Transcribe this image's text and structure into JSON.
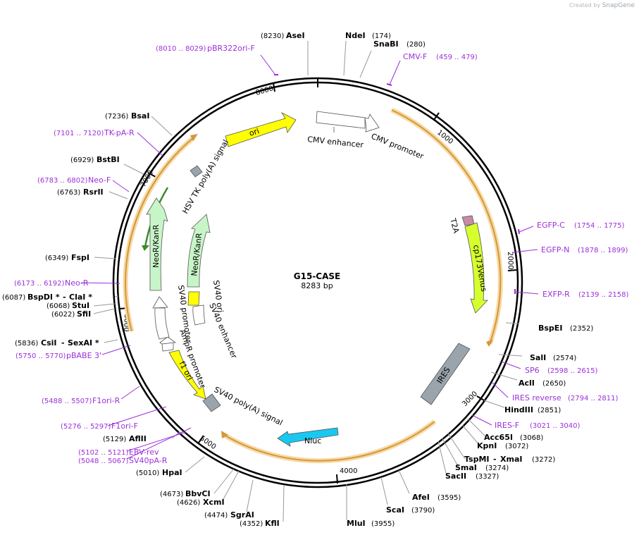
{
  "credit": {
    "prefix": "Created by",
    "brand": "SnapGene"
  },
  "plasmid": {
    "name": "G15-CASE",
    "length_label": "8283 bp",
    "length": 8283
  },
  "ticks": [
    {
      "label": "1000",
      "pos": 1000
    },
    {
      "label": "2000",
      "pos": 2000
    },
    {
      "label": "3000",
      "pos": 3000
    },
    {
      "label": "4000",
      "pos": 4000
    },
    {
      "label": "5000",
      "pos": 5000
    },
    {
      "label": "6000",
      "pos": 6000
    },
    {
      "label": "7000",
      "pos": 7000
    },
    {
      "label": "8000",
      "pos": 8000
    }
  ],
  "restriction_sites": [
    {
      "name": "AseI",
      "pos_label": "(8230)",
      "pos": 8230
    },
    {
      "name": "NdeI",
      "pos_label": "(174)",
      "pos": 174
    },
    {
      "name": "SnaBI",
      "pos_label": "(280)",
      "pos": 280
    },
    {
      "name": "BspEI",
      "pos_label": "(2352)",
      "pos": 2352
    },
    {
      "name": "SalI",
      "pos_label": "(2574)",
      "pos": 2574
    },
    {
      "name": "AclI",
      "pos_label": "(2650)",
      "pos": 2650
    },
    {
      "name": "HindIII",
      "pos_label": "(2851)",
      "pos": 2851
    },
    {
      "name": "Acc65I",
      "pos_label": "(3068)",
      "pos": 3068
    },
    {
      "name": "KpnI",
      "pos_label": "(3072)",
      "pos": 3072
    },
    {
      "name": "TspMI",
      "pos_label": "(3272)",
      "pos": 3272
    },
    {
      "name": "XmaI",
      "pos_label": "",
      "pos": 3272
    },
    {
      "name": "SmaI",
      "pos_label": "(3274)",
      "pos": 3274
    },
    {
      "name": "SacII",
      "pos_label": "(3327)",
      "pos": 3327
    },
    {
      "name": "AfeI",
      "pos_label": "(3595)",
      "pos": 3595
    },
    {
      "name": "ScaI",
      "pos_label": "(3790)",
      "pos": 3790
    },
    {
      "name": "MluI",
      "pos_label": "(3955)",
      "pos": 3955
    },
    {
      "name": "KflI",
      "pos_label": "(4352)",
      "pos": 4352
    },
    {
      "name": "SgrAI",
      "pos_label": "(4474)",
      "pos": 4474
    },
    {
      "name": "XcmI",
      "pos_label": "(4626)",
      "pos": 4626
    },
    {
      "name": "BbvCI",
      "pos_label": "(4673)",
      "pos": 4673
    },
    {
      "name": "HpaI",
      "pos_label": "(5010)",
      "pos": 5010
    },
    {
      "name": "AflII",
      "pos_label": "(5129)",
      "pos": 5129
    },
    {
      "name": "CsiI",
      "pos_label": "(5836)",
      "pos": 5836
    },
    {
      "name": "SexAI *",
      "pos_label": "",
      "pos": 5836
    },
    {
      "name": "SfiI",
      "pos_label": "(6022)",
      "pos": 6022
    },
    {
      "name": "StuI",
      "pos_label": "(6068)",
      "pos": 6068
    },
    {
      "name": "BspDI *",
      "pos_label": "(6087)",
      "pos": 6087
    },
    {
      "name": "ClaI *",
      "pos_label": "",
      "pos": 6087
    },
    {
      "name": "FspI",
      "pos_label": "(6349)",
      "pos": 6349
    },
    {
      "name": "RsrII",
      "pos_label": "(6763)",
      "pos": 6763
    },
    {
      "name": "BstBI",
      "pos_label": "(6929)",
      "pos": 6929
    },
    {
      "name": "BsaI",
      "pos_label": "(7236)",
      "pos": 7236
    }
  ],
  "primers": [
    {
      "name": "pBR322ori-F",
      "range_label": "(8010 .. 8029)"
    },
    {
      "name": "CMV-F",
      "range_label": "(459 .. 479)"
    },
    {
      "name": "EGFP-C",
      "range_label": "(1754 .. 1775)"
    },
    {
      "name": "EGFP-N",
      "range_label": "(1878 .. 1899)"
    },
    {
      "name": "EXFP-R",
      "range_label": "(2139 .. 2158)"
    },
    {
      "name": "SP6",
      "range_label": "(2598 .. 2615)"
    },
    {
      "name": "IRES reverse",
      "range_label": "(2794 .. 2811)"
    },
    {
      "name": "IRES-F",
      "range_label": "(3021 .. 3040)"
    },
    {
      "name": "EBV-rev",
      "range_label": "(5102 .. 5121)"
    },
    {
      "name": "SV40pA-R",
      "range_label": "(5048 .. 5067)"
    },
    {
      "name": "F1ori-F",
      "range_label": "(5276 .. 5297)"
    },
    {
      "name": "F1ori-R",
      "range_label": "(5488 .. 5507)"
    },
    {
      "name": "pBABE 3'",
      "range_label": "(5750 .. 5770)"
    },
    {
      "name": "Neo-R",
      "range_label": "(6173 .. 6192)"
    },
    {
      "name": "Neo-F",
      "range_label": "(6783 .. 6802)"
    },
    {
      "name": "TK-pA-R",
      "range_label": "(7101 .. 7120)"
    }
  ],
  "features": [
    {
      "name": "ori",
      "color": "#ffff00"
    },
    {
      "name": "CMV enhancer",
      "color": "#ffffff"
    },
    {
      "name": "CMV promoter",
      "color": "#ffffff"
    },
    {
      "name": "T2A",
      "color": "#c88aa6"
    },
    {
      "name": "cp173Venus",
      "color": "#d6ff2e"
    },
    {
      "name": "IRES",
      "color": "#9aa4ad"
    },
    {
      "name": "Nluc",
      "color": "#19c8f0"
    },
    {
      "name": "SV40 poly(A) signal",
      "color": "#9aa4ad"
    },
    {
      "name": "f1 ori",
      "color": "#ffff00"
    },
    {
      "name": "AmpR promoter",
      "color": "#ffffff"
    },
    {
      "name": "SV40 promoter",
      "color": "#ffffff"
    },
    {
      "name": "SV40 ori",
      "color": "#ffff00"
    },
    {
      "name": "SV40 enhancer",
      "color": "#ffffff"
    },
    {
      "name": "NeoR/KanR",
      "color": "#c8f5c8"
    },
    {
      "name": "HSV TK poly(A) signal",
      "color": "#9aa4ad"
    }
  ],
  "colors": {
    "backbone": "#000000",
    "primer": "#9b30d9",
    "orf": "#d4973c",
    "orf_glow": "#f7d9a3",
    "neo_orf": "#3b8a2a"
  }
}
